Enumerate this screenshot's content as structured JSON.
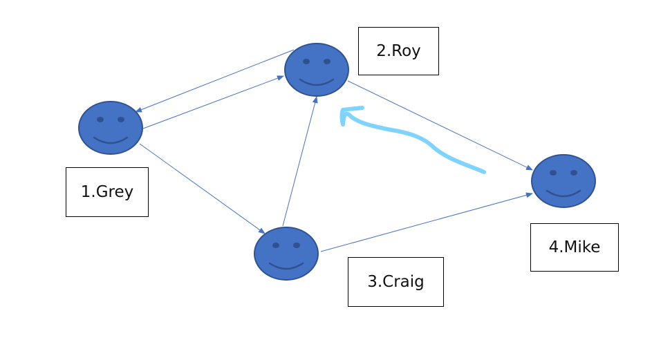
{
  "colors": {
    "face_fill": "#4472c4",
    "face_stroke": "#2f528f",
    "face_features": "#2f528f",
    "arrow": "#4472c4",
    "highlight_arrow": "#7fd3ff",
    "box_border": "#000000"
  },
  "nodes": [
    {
      "id": "grey",
      "label": "1.Grey",
      "icon": "smiley-face-icon"
    },
    {
      "id": "roy",
      "label": "2.Roy",
      "icon": "smiley-face-icon"
    },
    {
      "id": "craig",
      "label": "3.Craig",
      "icon": "smiley-face-icon"
    },
    {
      "id": "mike",
      "label": "4.Mike",
      "icon": "smiley-face-icon"
    }
  ],
  "edges": [
    {
      "from": "roy",
      "to": "grey"
    },
    {
      "from": "grey",
      "to": "roy"
    },
    {
      "from": "grey",
      "to": "craig"
    },
    {
      "from": "craig",
      "to": "roy"
    },
    {
      "from": "roy",
      "to": "mike"
    },
    {
      "from": "craig",
      "to": "mike"
    }
  ],
  "annotation": {
    "type": "hand-drawn-arrow",
    "points_to": "roy"
  }
}
